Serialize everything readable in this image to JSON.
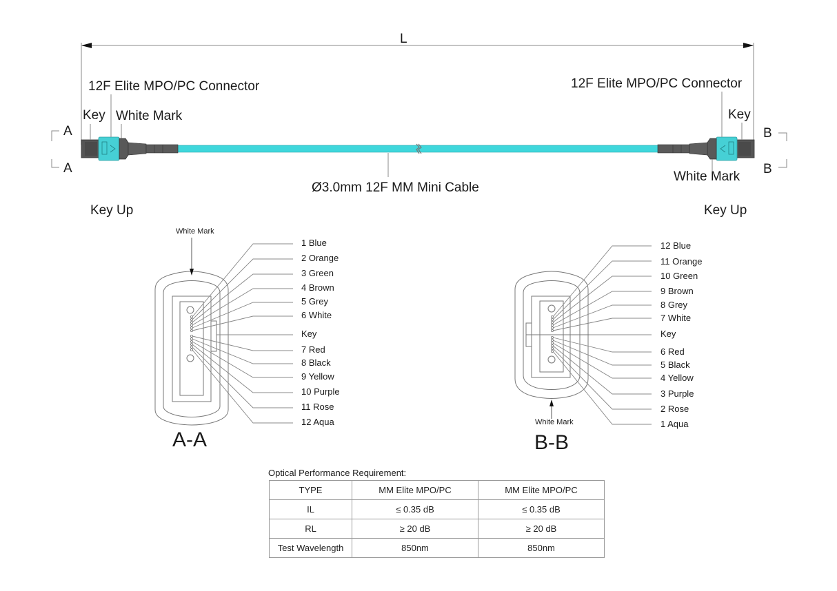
{
  "dimension": {
    "label": "L"
  },
  "cable": {
    "label": "Ø3.0mm 12F MM Mini Cable",
    "color": "#3fd7dc"
  },
  "left_end": {
    "connector_label": "12F Elite MPO/PC Connector",
    "key_label": "Key",
    "white_mark_label": "White Mark",
    "section_top": "A",
    "section_bottom": "A",
    "orientation_label": "Key Up",
    "housing_color": "#4bd3d8",
    "body_color": "#5a5a5a"
  },
  "right_end": {
    "connector_label": "12F Elite MPO/PC Connector",
    "key_label": "Key",
    "white_mark_label": "White Mark",
    "section_top": "B",
    "section_bottom": "B",
    "orientation_label": "Key Up"
  },
  "section_aa": {
    "title": "A-A",
    "white_mark_label": "White Mark",
    "fibers": [
      {
        "label": "1 Blue"
      },
      {
        "label": "2 Orange"
      },
      {
        "label": "3 Green"
      },
      {
        "label": "4 Brown"
      },
      {
        "label": "5 Grey"
      },
      {
        "label": "6 White"
      },
      {
        "label": "Key"
      },
      {
        "label": "7 Red"
      },
      {
        "label": "8 Black"
      },
      {
        "label": "9 Yellow"
      },
      {
        "label": "10 Purple"
      },
      {
        "label": "11 Rose"
      },
      {
        "label": "12 Aqua"
      }
    ]
  },
  "section_bb": {
    "title": "B-B",
    "white_mark_label": "White Mark",
    "fibers": [
      {
        "label": "12 Blue"
      },
      {
        "label": "11 Orange"
      },
      {
        "label": "10 Green"
      },
      {
        "label": "9 Brown"
      },
      {
        "label": "8 Grey"
      },
      {
        "label": "7 White"
      },
      {
        "label": "Key"
      },
      {
        "label": "6 Red"
      },
      {
        "label": "5 Black"
      },
      {
        "label": "4 Yellow"
      },
      {
        "label": "3 Purple"
      },
      {
        "label": "2 Rose"
      },
      {
        "label": "1 Aqua"
      }
    ]
  },
  "performance": {
    "title": "Optical Performance Requirement:",
    "rows": [
      [
        "TYPE",
        "MM Elite MPO/PC",
        "MM Elite MPO/PC"
      ],
      [
        "IL",
        "≤ 0.35 dB",
        "≤ 0.35 dB"
      ],
      [
        "RL",
        "≥ 20 dB",
        "≥ 20 dB"
      ],
      [
        "Test Wavelength",
        "850nm",
        "850nm"
      ]
    ]
  }
}
